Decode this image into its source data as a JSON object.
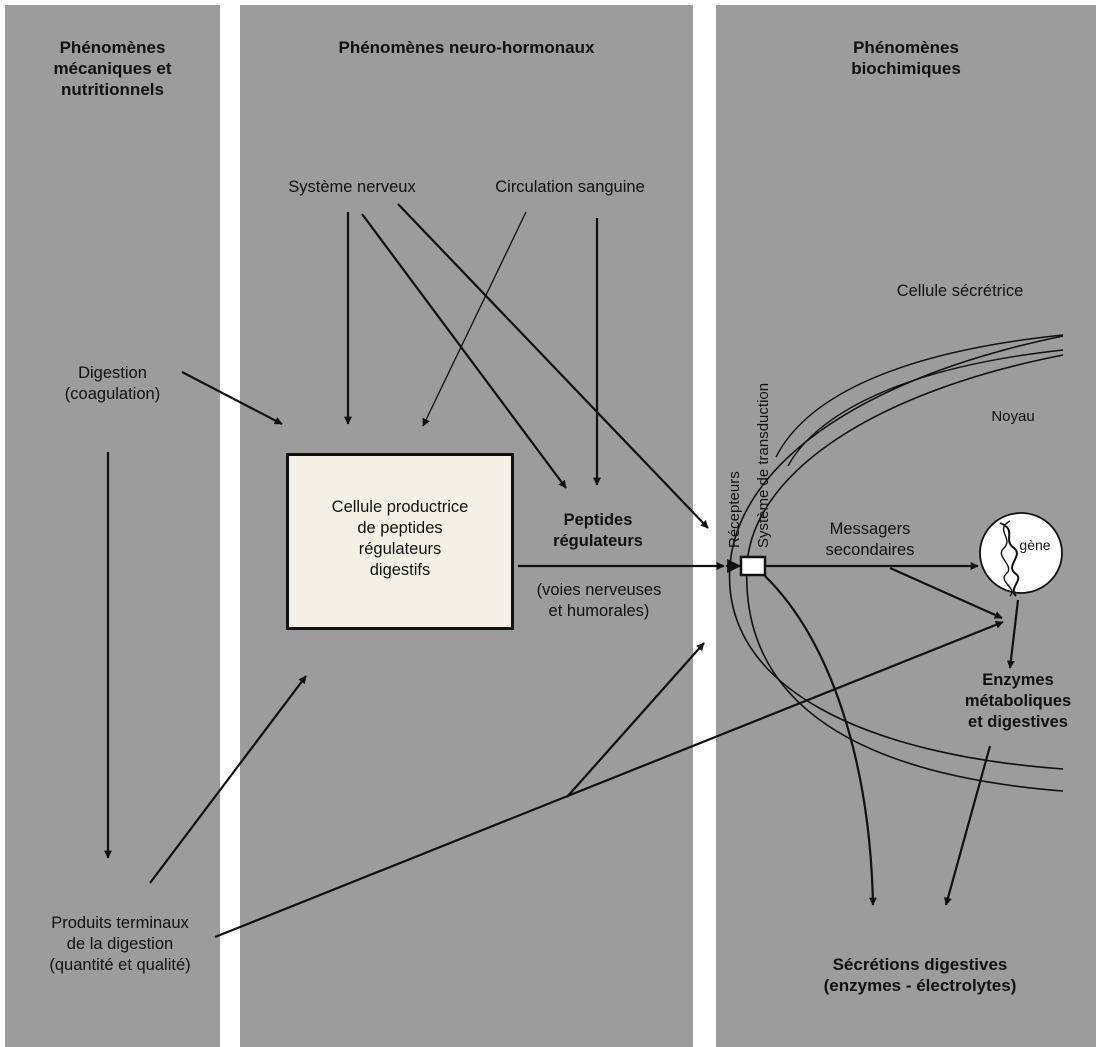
{
  "columns": {
    "left_title_1": "Phénomènes",
    "left_title_2": "mécaniques et",
    "left_title_3": "nutritionnels",
    "middle_title": "Phénomènes neuro-hormonaux",
    "right_title_1": "Phénomènes",
    "right_title_2": "biochimiques"
  },
  "left": {
    "digestion_1": "Digestion",
    "digestion_2": "(coagulation)",
    "produits_1": "Produits terminaux",
    "produits_2": "de la digestion",
    "produits_3": "(quantité et qualité)"
  },
  "middle": {
    "systeme_nerveux": "Système nerveux",
    "circulation": "Circulation sanguine",
    "cellule_prod_1": "Cellule productrice",
    "cellule_prod_2": "de peptides",
    "cellule_prod_3": "régulateurs",
    "cellule_prod_4": "digestifs",
    "peptides_1": "Peptides",
    "peptides_2": "régulateurs",
    "voies_1": "(voies nerveuses",
    "voies_2": "et humorales)"
  },
  "right": {
    "cellule_secretrice": "Cellule sécrétrice",
    "noyau": "Noyau",
    "recepteurs": "Récepteurs",
    "transduction": "Système de transduction",
    "messagers_1": "Messagers",
    "messagers_2": "secondaires",
    "gene": "gène",
    "enzymes_1": "Enzymes",
    "enzymes_2": "métaboliques",
    "enzymes_3": "et digestives",
    "secretions_1": "Sécrétions digestives",
    "secretions_2": "(enzymes - électrolytes)"
  },
  "colors": {
    "column_fill": "#9c9c9c",
    "box_fill": "#f4f0e6",
    "ink": "#111111"
  }
}
